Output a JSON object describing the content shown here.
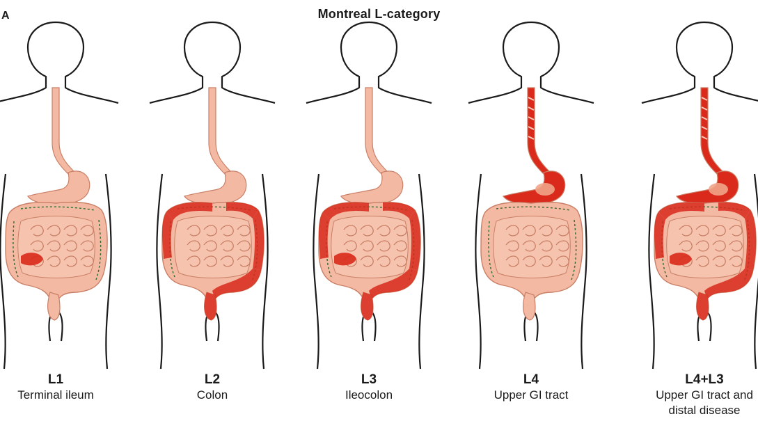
{
  "title": "Montreal  L-category",
  "panel_letter": "A",
  "colors": {
    "outline": "#1a1a1a",
    "tissue": "#f3b9a2",
    "tissue_edge": "#c97f66",
    "inflamed": "#d92a1b",
    "vessel": "#2f6b2f"
  },
  "panels": [
    {
      "code": "L1",
      "lines": [
        "Terminal ileum"
      ],
      "regions": [
        "ileum"
      ]
    },
    {
      "code": "L2",
      "lines": [
        "Colon"
      ],
      "regions": [
        "colon"
      ]
    },
    {
      "code": "L3",
      "lines": [
        "Ileocolon"
      ],
      "regions": [
        "ileum",
        "colon"
      ]
    },
    {
      "code": "L4",
      "lines": [
        "Upper GI tract"
      ],
      "regions": [
        "upper"
      ]
    },
    {
      "code": "L4+L3",
      "lines": [
        "Upper GI tract and",
        "distal disease"
      ],
      "regions": [
        "upper",
        "ileum",
        "colon"
      ]
    }
  ]
}
